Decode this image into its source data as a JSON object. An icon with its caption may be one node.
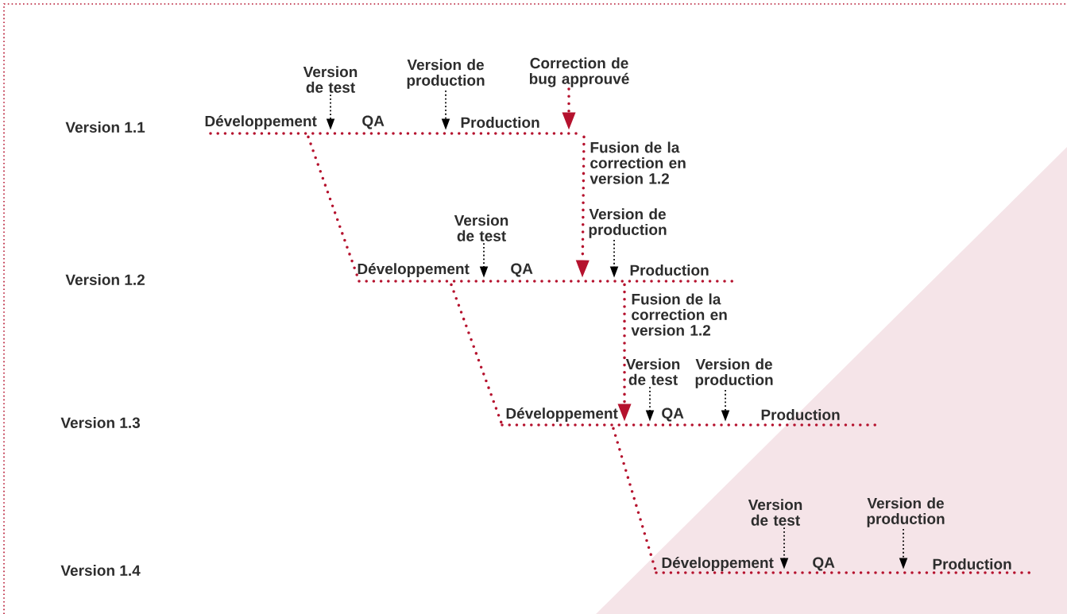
{
  "diagram": {
    "nodes": [
      {
        "text": [
          "Version de test"
        ]
      },
      {
        "text": [
          "Version de production"
        ]
      },
      {
        "text": [
          "Correction de bug approuvé"
        ]
      },
      {
        "text": [],
        "shape": "bar",
        "beside": [
          "Développement",
          "QA",
          "Production"
        ]
      },
      {
        "text": [
          "Version de test"
        ]
      },
      {
        "text": [
          "Version de production"
        ]
      },
      {
        "text": [],
        "shape": "bar",
        "beside": [
          "Développement",
          "QA",
          "Production"
        ]
      },
      {
        "text": [
          "Version de test"
        ]
      },
      {
        "text": [
          "Version de production"
        ]
      },
      {
        "text": [],
        "shape": "bar",
        "beside": [
          "Développement",
          "QA",
          "Production"
        ]
      },
      {
        "text": [
          "Version de test"
        ]
      },
      {
        "text": [
          "Version de production"
        ]
      },
      {
        "text": [],
        "shape": "bar",
        "beside": [
          "Développement",
          "QA",
          "Production"
        ]
      }
    ],
    "edges": [
      {
        "from": 0,
        "to": 3,
        "arrow": "to"
      },
      {
        "from": 1,
        "to": 3,
        "arrow": "to"
      },
      {
        "from": 2,
        "to": 3,
        "arrow": "to",
        "style": "dashed",
        "color": "#b5122e"
      },
      {
        "from": 3,
        "to": 6,
        "arrow": "none",
        "style": "dashed",
        "color": "#b5122e"
      },
      {
        "from": 3,
        "to": 6,
        "arrow": "to",
        "label": "Fusion de la correction en version 1.2",
        "style": "dashed",
        "color": "#b5122e"
      },
      {
        "from": 4,
        "to": 6,
        "arrow": "to"
      },
      {
        "from": 5,
        "to": 6,
        "arrow": "to"
      },
      {
        "from": 6,
        "to": 9,
        "arrow": "none",
        "style": "dashed",
        "color": "#b5122e"
      },
      {
        "from": 6,
        "to": 9,
        "arrow": "to",
        "label": "Fusion de la correction en version 1.2",
        "style": "dashed",
        "color": "#b5122e"
      },
      {
        "from": 7,
        "to": 9,
        "arrow": "to"
      },
      {
        "from": 8,
        "to": 9,
        "arrow": "to"
      },
      {
        "from": 9,
        "to": 12,
        "arrow": "none",
        "style": "dashed",
        "color": "#b5122e"
      },
      {
        "from": 10,
        "to": 12,
        "arrow": "to"
      },
      {
        "from": 11,
        "to": 12,
        "arrow": "to"
      }
    ],
    "labels": [
      "Version 1.1",
      "Version 1.2",
      "Version 1.3",
      "Version 1.4"
    ]
  }
}
